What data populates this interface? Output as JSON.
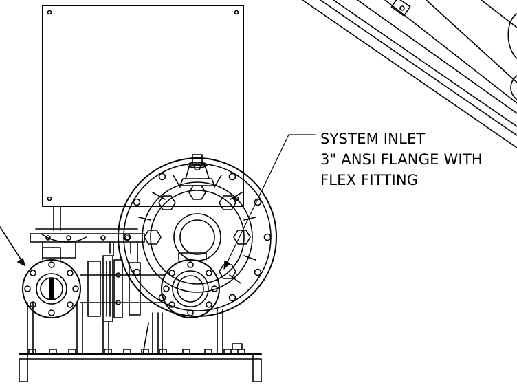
{
  "callout": {
    "lines": [
      "SYSTEM INLET",
      "3\" ANSI FLANGE WITH",
      "FLEX FITTING"
    ]
  },
  "colors": {
    "line": "#000000",
    "background": "#ffffff"
  }
}
